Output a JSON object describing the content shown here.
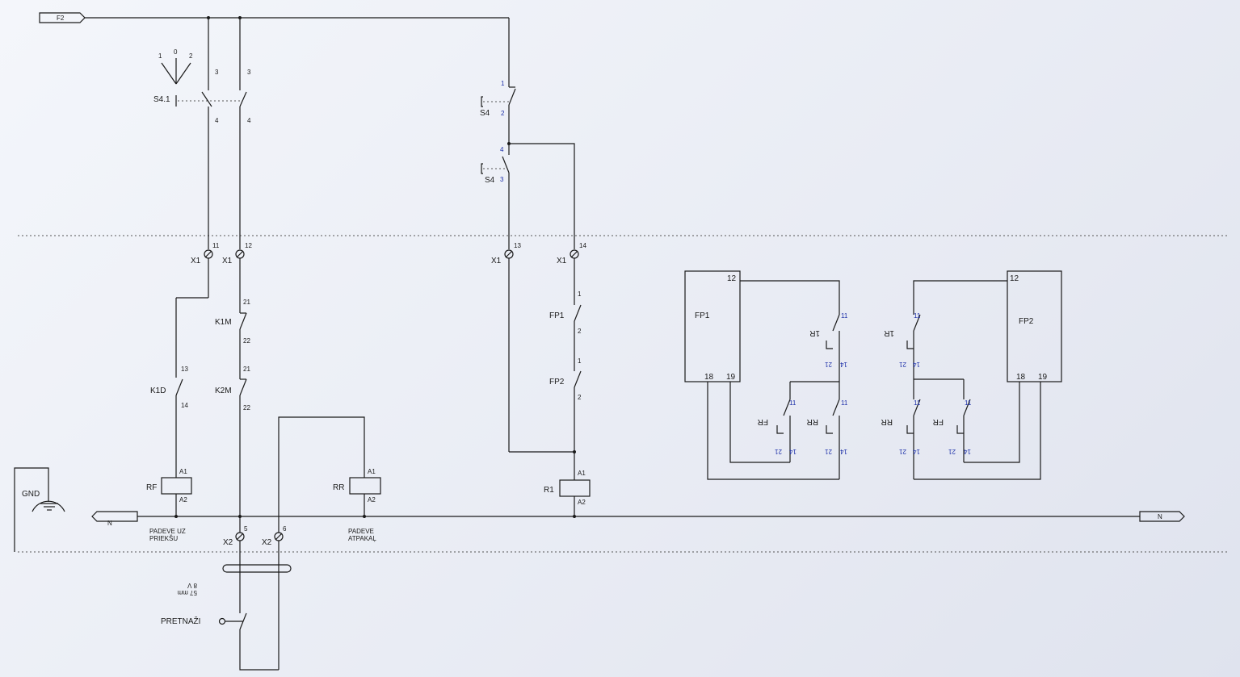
{
  "ports": {
    "top_left": "F2",
    "neutral_left": "N",
    "neutral_right": "N",
    "gnd": "GND"
  },
  "selector": {
    "label": "S4.1",
    "pos_1": "1",
    "pos_0": "0",
    "pos_2": "2",
    "c1_top": "3",
    "c1_bot": "4",
    "c2_top": "3",
    "c2_bot": "4"
  },
  "s4_upper": {
    "label": "S4",
    "top": "1",
    "bot": "2"
  },
  "s4_lower": {
    "label": "S4",
    "top": "4",
    "bot": "3"
  },
  "terminals": {
    "x1_11": {
      "label": "X1",
      "num": "11"
    },
    "x1_12": {
      "label": "X1",
      "num": "12"
    },
    "x1_13": {
      "label": "X1",
      "num": "13"
    },
    "x1_14": {
      "label": "X1",
      "num": "14"
    },
    "x2_5": {
      "label": "X2",
      "num": "5"
    },
    "x2_6": {
      "label": "X2",
      "num": "6"
    }
  },
  "contacts": {
    "k1m": {
      "label": "K1M",
      "top": "21",
      "bot": "22"
    },
    "k2m": {
      "label": "K2M",
      "top": "21",
      "bot": "22"
    },
    "k1d": {
      "label": "K1D",
      "top": "13",
      "bot": "14"
    },
    "fp1": {
      "label": "FP1",
      "top": "1",
      "bot": "2"
    },
    "fp2": {
      "label": "FP2",
      "top": "1",
      "bot": "2"
    }
  },
  "coils": {
    "rf": {
      "label": "RF",
      "a1": "A1",
      "a2": "A2",
      "note_1": "PADEVE UZ",
      "note_2": "PRIEKŠU"
    },
    "rr": {
      "label": "RR",
      "a1": "A1",
      "a2": "A2",
      "note_1": "PADEVE",
      "note_2": "ATPAKAĻ"
    },
    "r1": {
      "label": "R1",
      "a1": "A1",
      "a2": "A2"
    }
  },
  "fp1_block": {
    "label": "FP1",
    "t12": "12",
    "t18": "18",
    "t19": "19",
    "c1_label": "1R",
    "c1_top": "11",
    "c1_bot": "21",
    "c1_bot2": "14",
    "c2_label": "FR",
    "c2_top": "11",
    "c2_bot": "21",
    "c2_bot2": "14",
    "c3_label": "RR",
    "c3_top": "11",
    "c3_bot": "21",
    "c3_bot2": "14"
  },
  "fp2_block": {
    "label": "FP2",
    "t12": "12",
    "t18": "18",
    "t19": "19",
    "c1_label": "1R",
    "c1_top": "11",
    "c1_bot": "21",
    "c1_bot2": "14",
    "c2_label": "RR",
    "c2_top": "11",
    "c2_bot": "21",
    "c2_bot2": "14",
    "c3_label": "FR",
    "c3_top": "11",
    "c3_bot": "21",
    "c3_bot2": "14"
  },
  "bottom": {
    "cable_note_1": "8 V",
    "cable_note_2": "57 mm",
    "pretnazi": "PRETNAŽI"
  }
}
